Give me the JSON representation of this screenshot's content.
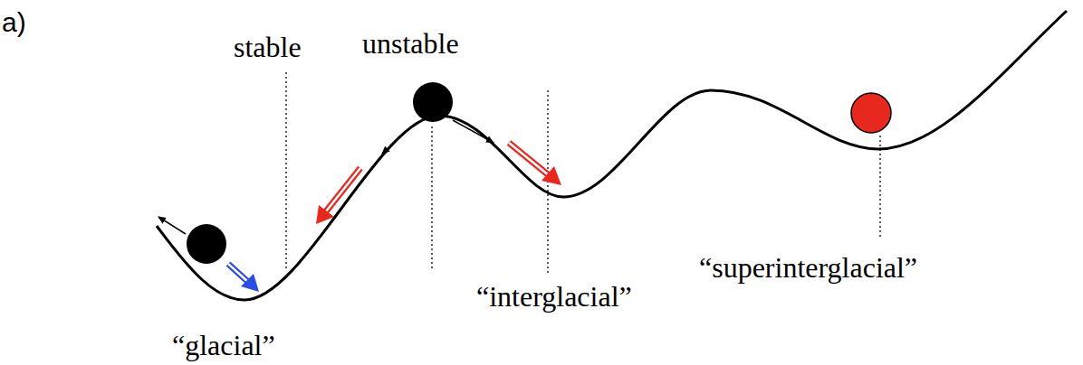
{
  "diagram": {
    "labels": [
      "a)",
      "stable",
      "unstable",
      "“glacial”",
      "“interglacial”",
      "“superinterglacial”"
    ]
  }
}
